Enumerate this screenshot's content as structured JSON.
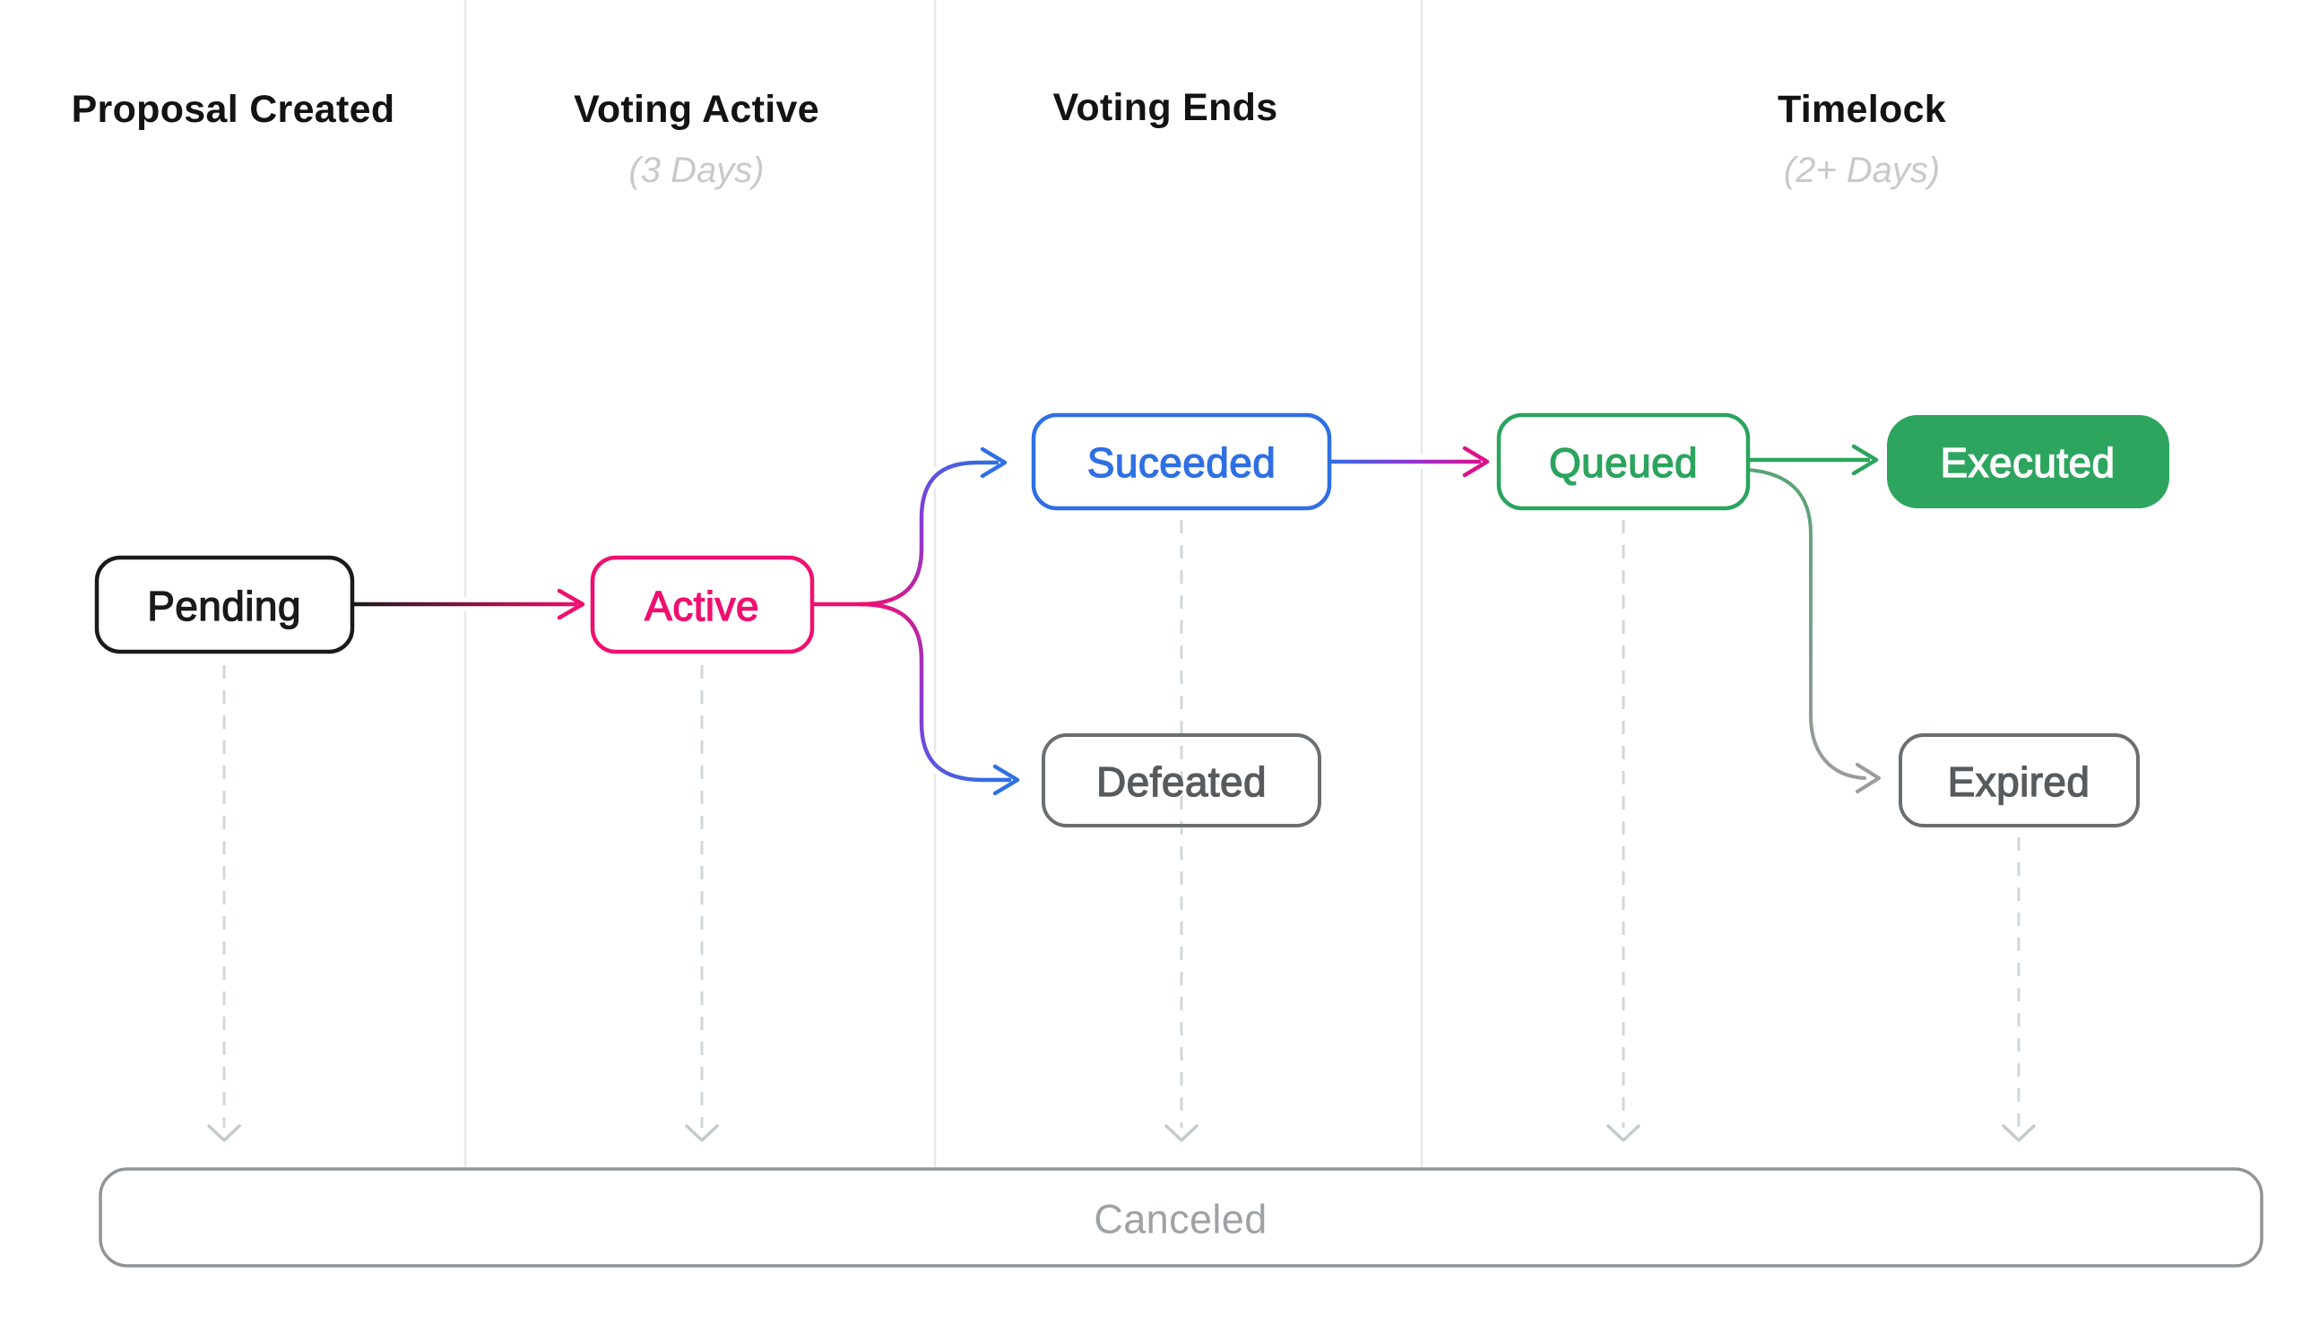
{
  "columns": [
    {
      "title": "Proposal Created",
      "subtitle": ""
    },
    {
      "title": "Voting Active",
      "subtitle": "(3 Days)"
    },
    {
      "title": "Voting Ends",
      "subtitle": ""
    },
    {
      "title": "Timelock",
      "subtitle": "(2+ Days)"
    }
  ],
  "nodes": {
    "pending": {
      "label": "Pending"
    },
    "active": {
      "label": "Active"
    },
    "succeeded": {
      "label": "Suceeded"
    },
    "defeated": {
      "label": "Defeated"
    },
    "queued": {
      "label": "Queued"
    },
    "executed": {
      "label": "Executed"
    },
    "expired": {
      "label": "Expired"
    },
    "canceled": {
      "label": "Canceled"
    }
  },
  "colors": {
    "header": "#131313",
    "subtitle": "#C9C9C9",
    "black": "#1A1A1A",
    "pink": "#F00F6F",
    "purple": "#8B39D6",
    "blue": "#2F6FE4",
    "magenta": "#DC108C",
    "green": "#2BA45D",
    "executed_fill": "#2EA55F",
    "executed_text": "#FFFFFF",
    "gray_border": "#6A6E71",
    "gray_text": "#575B5E",
    "arrow_gray": "#9B9B9B",
    "sage": "#55A472",
    "canceled_border": "#919497",
    "canceled_text": "#9EA2A5",
    "separator": "#E8E8E8",
    "dash": "#D2D8D3",
    "dash_arrow": "#C3CCC5",
    "white": "#FFFFFF"
  }
}
